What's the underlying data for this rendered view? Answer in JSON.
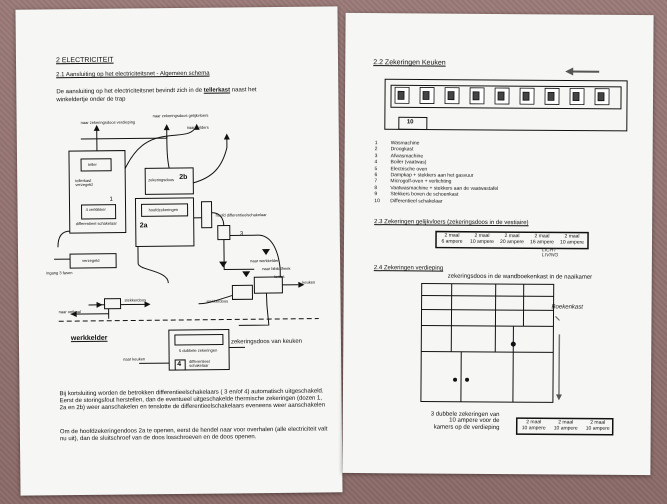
{
  "left_page": {
    "section_title": "2   ELECTRICITEIT",
    "subsection": "2.1  Aansluiting op het electriciteitsnet        -        Algemeen schema",
    "intro_line1_pre": "De aansluiting op het electriciteitsnet bevindt zich in de ",
    "intro_bold": "tellerkast",
    "intro_line1_post": "  naast het",
    "intro_line2": "winkeldertje onder de trap",
    "labels": {
      "naar_zekeringdoos": "naar zekeringsdoos verdieping",
      "naar_zekeringdoos_gelijkvloers": "naar zekeringsdoos gelijkvloers",
      "naar_kelders": "naar kelders",
      "teller": "teller",
      "tellerkast": "tellerkast verzegeld",
      "one": "1",
      "vonken": "4 verklikker",
      "differentieel": "differentieel schakelaar",
      "zekeringsdoos_2b_label": "zekeringsdoos",
      "two_b": "2b",
      "hoofdzekeringen": "hoofdzekeringen",
      "two_a": "2a",
      "hoofd_diff": "hoofd differentieelschakelaar",
      "three": "3",
      "verzegeld": "verzegeld",
      "ingang": "ingang 3 fasen",
      "naar_werkkelder": "naar werkkelder",
      "naar_bibliotheek": "naar bibliotheek",
      "terras": "terras",
      "keuken": "keuken",
      "stekkerdoos_label": "stekkerdoos",
      "naar_onthaal": "naar onthaal",
      "stekkerdoos2": "stekkerdoos",
      "werkkelder": "werkkelder",
      "zekeringsdoos_keuken": "zekeringsdoos van keuken",
      "five_dubbele": "5 dubbele zekeringen",
      "four": "4",
      "diff4": "differentieel schakelaar",
      "naar_keuken": "naar keuken"
    },
    "paragraph1": "Bij kortsluiting worden de betrokken differentieelschakelaars ( 3 en/of 4) automatisch uitgeschakeld. Eerst de storingsfout herstellen, dan de eventueel uitgeschakelde thermische zekeringen (dozen 1, 2a en 2b) weer aanschakelen en tenslotte de differentieelschakelaars eveneens weer aanschakelen",
    "paragraph2": "Om de hoofdzekeringendoos 2a te openen, eerst de hendel naar voor overhalen (alle electriciteit valt nu uit), dan de sluitschroef van de doos losschroeven en de doos openen."
  },
  "right_page": {
    "heading_22": "2.2   Zekeringen Keuken",
    "box_number": "10",
    "list": [
      {
        "n": "1",
        "text": "Wasmachine"
      },
      {
        "n": "2",
        "text": "Droogkast"
      },
      {
        "n": "3",
        "text": "Afwasmachine"
      },
      {
        "n": "4",
        "text": "Boiler (vaatwas)"
      },
      {
        "n": "5",
        "text": "Electrische oven"
      },
      {
        "n": "6",
        "text": "Dampkap + stekkers aan het gasvuur"
      },
      {
        "n": "7",
        "text": "Microgolf-oven + verlichting"
      },
      {
        "n": "8",
        "text": "Vaatwasmachine + stekkers aan de vaatwastafel"
      },
      {
        "n": "9",
        "text": "Stekkers boven de schoenkast"
      },
      {
        "n": "10",
        "text": "Differentieel schakelaar"
      }
    ],
    "heading_23": "2.3  Zekeringen gelijkvloers (zekeringsdoos in de vestiaire)",
    "fuses_23": [
      {
        "l1": "2 maal",
        "l2": "6 ampere"
      },
      {
        "l1": "2 maal",
        "l2": "10 ampere"
      },
      {
        "l1": "2 maal",
        "l2": "20 ampere"
      },
      {
        "l1": "2 maal",
        "l2": "16 ampere"
      },
      {
        "l1": "2 maal",
        "l2": "10 ampere"
      }
    ],
    "handwritten": "LICHT\nLIVING",
    "heading_24": "2.4   Zekeringen verdieping",
    "sub_24": "zekeringsdoos in de wandboekenkast in de naaikamer",
    "boekenkast": "Boekenkast",
    "bottom_text": "3 dubbele zekeringen van\n10 ampere voor de\nkamers op de verdieping",
    "fuses_24": [
      {
        "l1": "2 maal",
        "l2": "10 ampere"
      },
      {
        "l1": "2 maal",
        "l2": "10 ampere"
      },
      {
        "l1": "2 maal",
        "l2": "10 ampere"
      }
    ]
  }
}
